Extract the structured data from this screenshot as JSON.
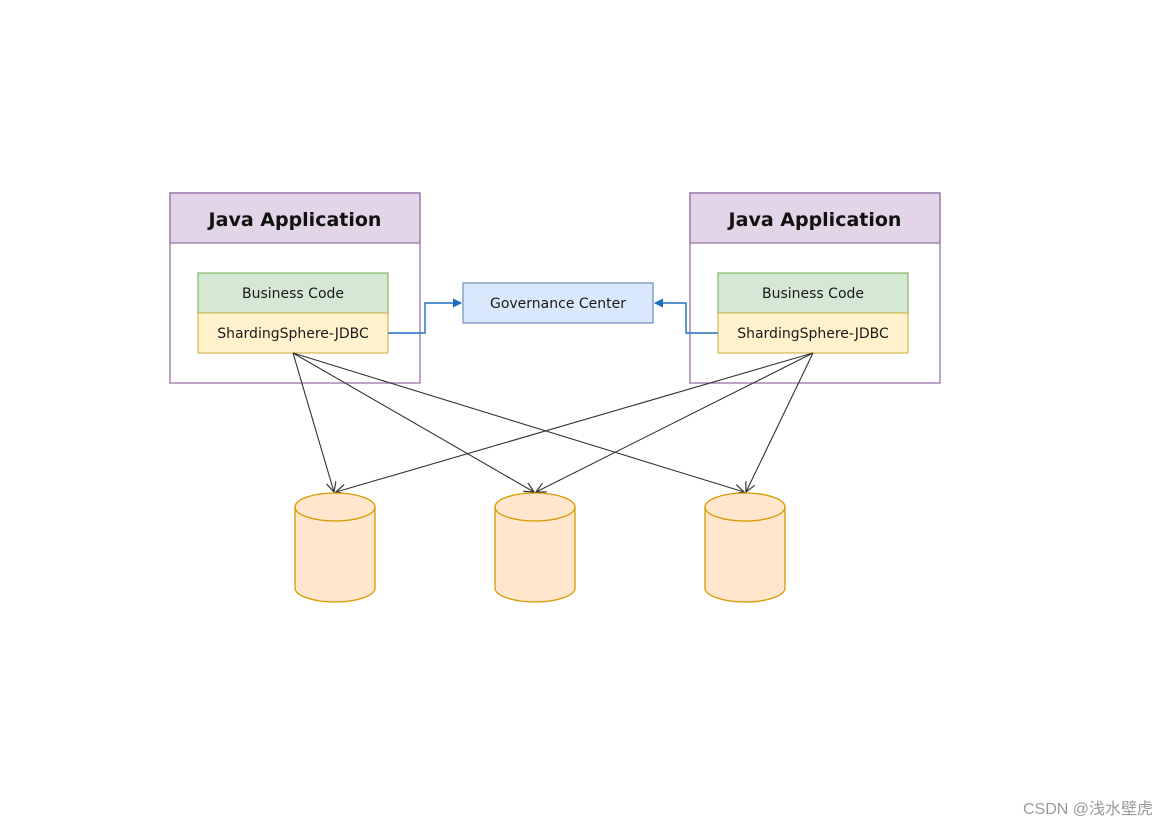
{
  "apps": [
    {
      "title": "Java Application",
      "business": "Business Code",
      "jdbc": "ShardingSphere-JDBC"
    },
    {
      "title": "Java Application",
      "business": "Business Code",
      "jdbc": "ShardingSphere-JDBC"
    }
  ],
  "governance": {
    "label": "Governance Center"
  },
  "databases": {
    "count": 3
  },
  "colors": {
    "app_header": "#e1d5e7",
    "app_border": "#9673a6",
    "business_fill": "#d5e8d4",
    "business_border": "#82b366",
    "jdbc_fill": "#fff2cc",
    "jdbc_border": "#d6b656",
    "governance_fill": "#dae8fc",
    "governance_border": "#6c8ebf",
    "db_fill": "#ffe6cc",
    "db_border": "#d79b00",
    "arrow_dark": "#333333",
    "arrow_blue": "#1f6fbf"
  },
  "watermark": "CSDN @浅水壁虎"
}
